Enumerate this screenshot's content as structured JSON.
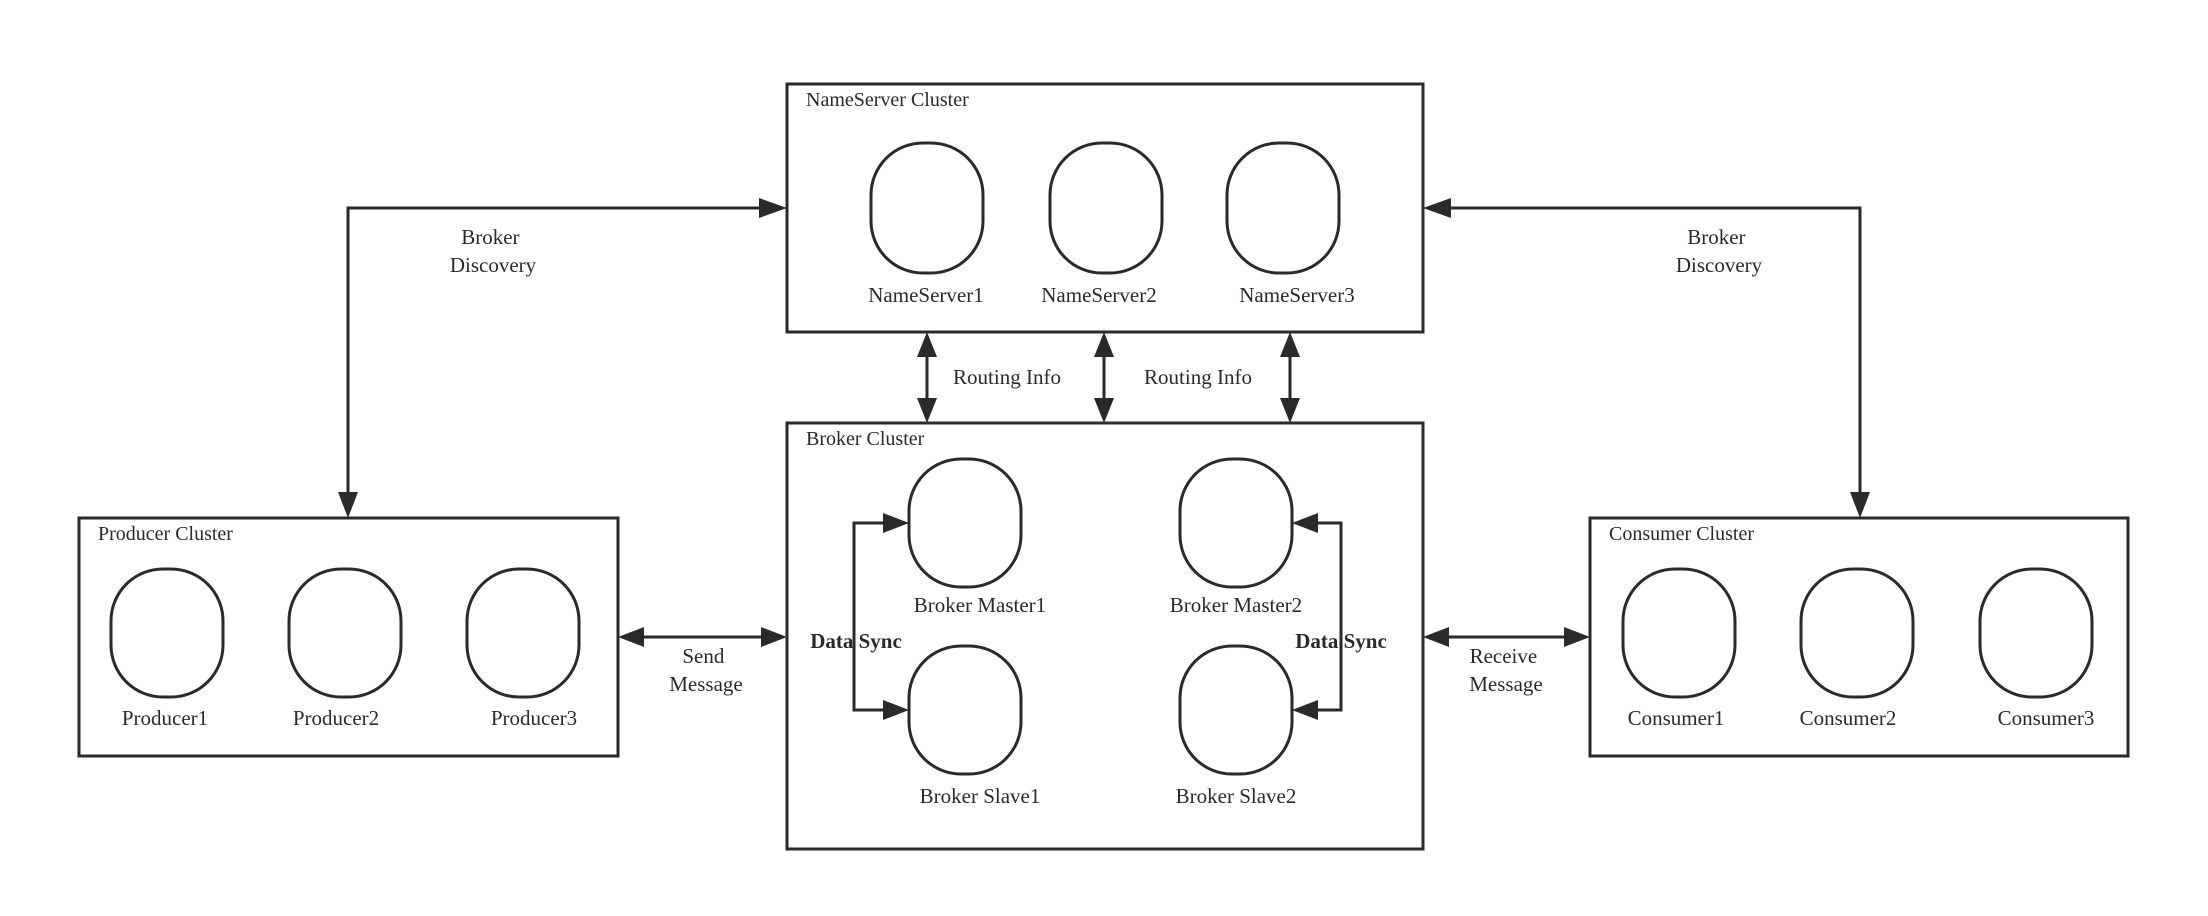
{
  "clusters": {
    "nameserver": {
      "title": "NameServer Cluster",
      "nodes": [
        "NameServer1",
        "NameServer2",
        "NameServer3"
      ]
    },
    "broker": {
      "title": "Broker Cluster",
      "nodes": [
        "Broker Master1",
        "Broker Master2",
        "Broker Slave1",
        "Broker Slave2"
      ]
    },
    "producer": {
      "title": "Producer Cluster",
      "nodes": [
        "Producer1",
        "Producer2",
        "Producer3"
      ]
    },
    "consumer": {
      "title": "Consumer Cluster",
      "nodes": [
        "Consumer1",
        "Consumer2",
        "Consumer3"
      ]
    }
  },
  "edges": {
    "broker_discovery_left": [
      "Broker",
      "Discovery"
    ],
    "broker_discovery_right": [
      "Broker",
      "Discovery"
    ],
    "routing_info_1": "Routing Info",
    "routing_info_2": "Routing Info",
    "send_message": [
      "Send",
      "Message"
    ],
    "receive_message": [
      "Receive",
      "Message"
    ],
    "data_sync_left": "Data Sync",
    "data_sync_right": "Data Sync"
  }
}
